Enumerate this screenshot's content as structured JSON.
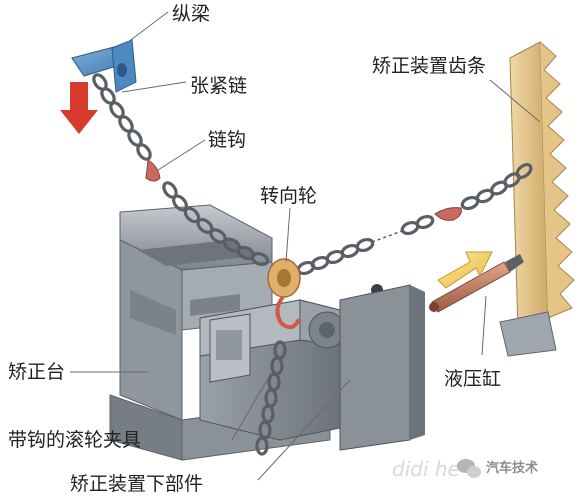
{
  "labels": {
    "longitudinal_beam": "纵梁",
    "tension_chain": "张紧链",
    "chain_hook": "链钩",
    "steering_wheel": "转向轮",
    "rack": "矫正装置齿条",
    "platform": "矫正台",
    "hydraulic_cylinder": "液压缸",
    "roller_clamp": "带钩的滚轮夹具",
    "lower_part": "矫正装置下部件"
  },
  "watermark": {
    "url_text": "didi he",
    "brand_text": "汽车技术"
  },
  "colors": {
    "beam": "#5b94c8",
    "arrow_red": "#d83a2e",
    "arrow_yellow": "#f3d36a",
    "rack": "#e7c98a",
    "machine": "#8d949c",
    "hook": "#d9a15e",
    "chain_hook": "#c96a5e"
  }
}
